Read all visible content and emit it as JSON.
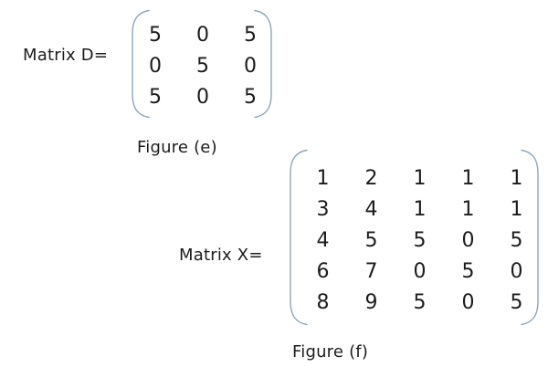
{
  "colors": {
    "background": "#ffffff",
    "text": "#1c1c1c",
    "bracket": "#8da5b8"
  },
  "figures": [
    {
      "label": "Matrix D=",
      "caption": "Figure (e)",
      "matrix": [
        [
          "5",
          "0",
          "5"
        ],
        [
          "0",
          "5",
          "0"
        ],
        [
          "5",
          "0",
          "5"
        ]
      ]
    },
    {
      "label": "Matrix X=",
      "caption": "Figure (f)",
      "matrix": [
        [
          "1",
          "2",
          "1",
          "1",
          "1"
        ],
        [
          "3",
          "4",
          "1",
          "1",
          "1"
        ],
        [
          "4",
          "5",
          "5",
          "0",
          "5"
        ],
        [
          "6",
          "7",
          "0",
          "5",
          "0"
        ],
        [
          "8",
          "9",
          "5",
          "0",
          "5"
        ]
      ]
    }
  ]
}
